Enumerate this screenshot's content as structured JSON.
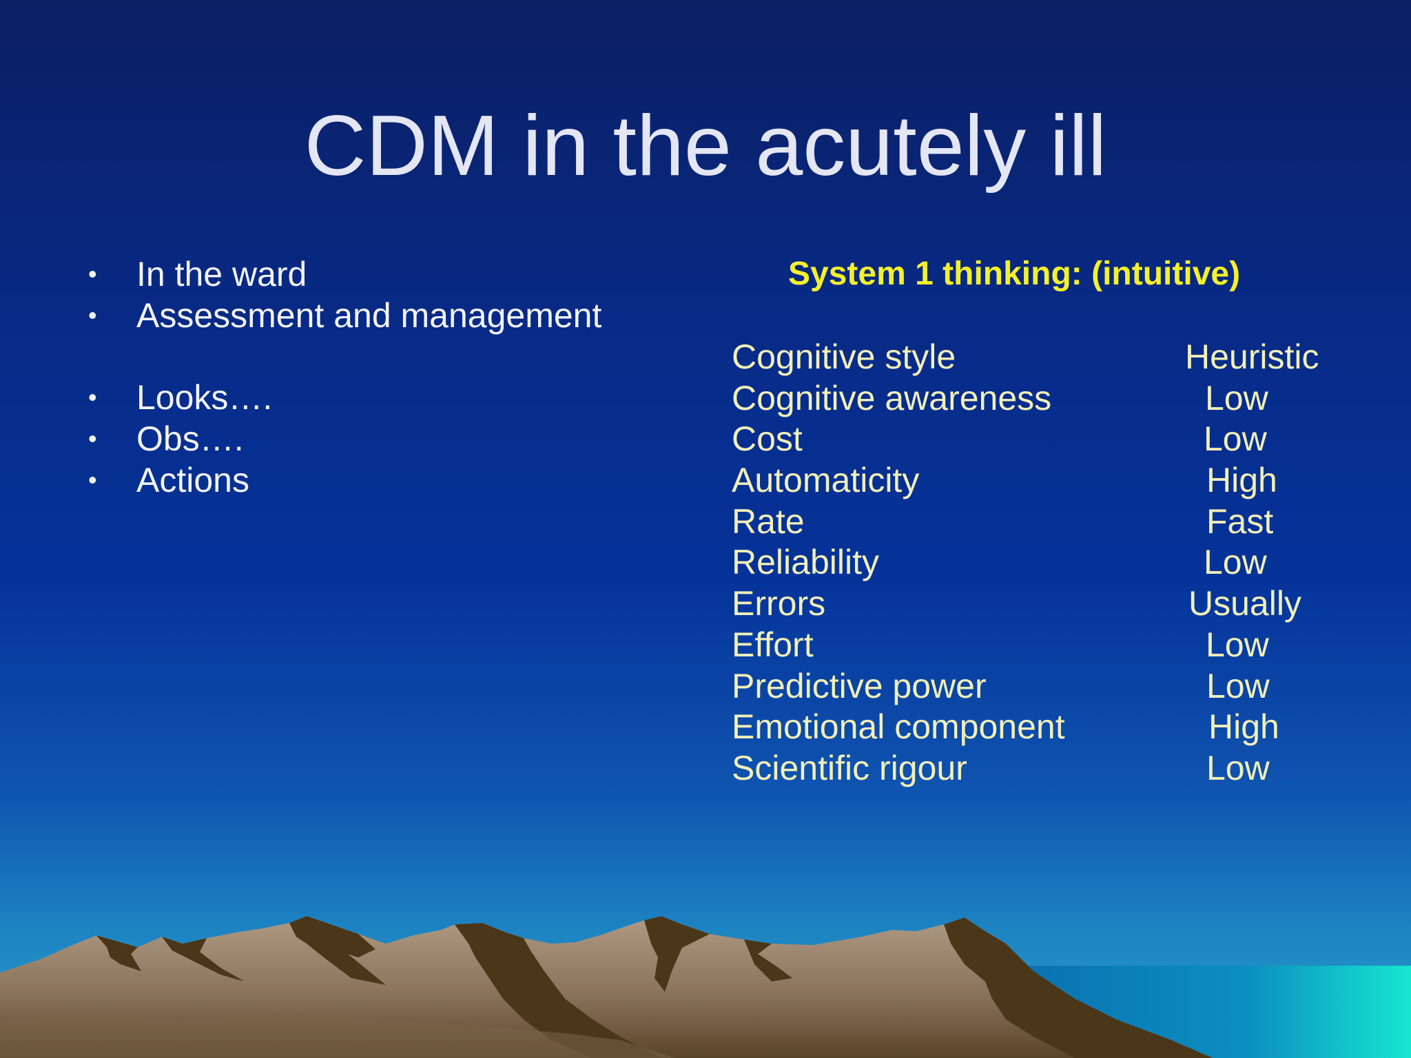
{
  "slide": {
    "title": "CDM in the acutely ill",
    "bullets": [
      {
        "text": "In the ward"
      },
      {
        "text": "Assessment and management"
      },
      {
        "text": ""
      },
      {
        "text": "Looks…."
      },
      {
        "text": "Obs…."
      },
      {
        "text": "Actions"
      }
    ],
    "bullet_symbol": "•",
    "system_heading": "System 1 thinking: (intuitive)",
    "properties": [
      {
        "name": "Cognitive style",
        "value": "Heuristic"
      },
      {
        "name": "Cognitive awareness",
        "value": "Low"
      },
      {
        "name": "Cost",
        "value": "Low"
      },
      {
        "name": "Automaticity",
        "value": "High"
      },
      {
        "name": "Rate",
        "value": "Fast"
      },
      {
        "name": "Reliability",
        "value": "Low"
      },
      {
        "name": "Errors",
        "value": "Usually"
      },
      {
        "name": "Effort",
        "value": "Low"
      },
      {
        "name": "Predictive power",
        "value": "Low"
      },
      {
        "name": "Emotional component",
        "value": "High"
      },
      {
        "name": "Scientific rigour",
        "value": "Low"
      }
    ]
  },
  "colors": {
    "title": "#e4e6f4",
    "heading": "#f4f02c",
    "table_text": "#f2f0b8",
    "mountain_light": "#a38c76",
    "mountain_dark": "#4a3618",
    "sea": "#16e0cf"
  }
}
